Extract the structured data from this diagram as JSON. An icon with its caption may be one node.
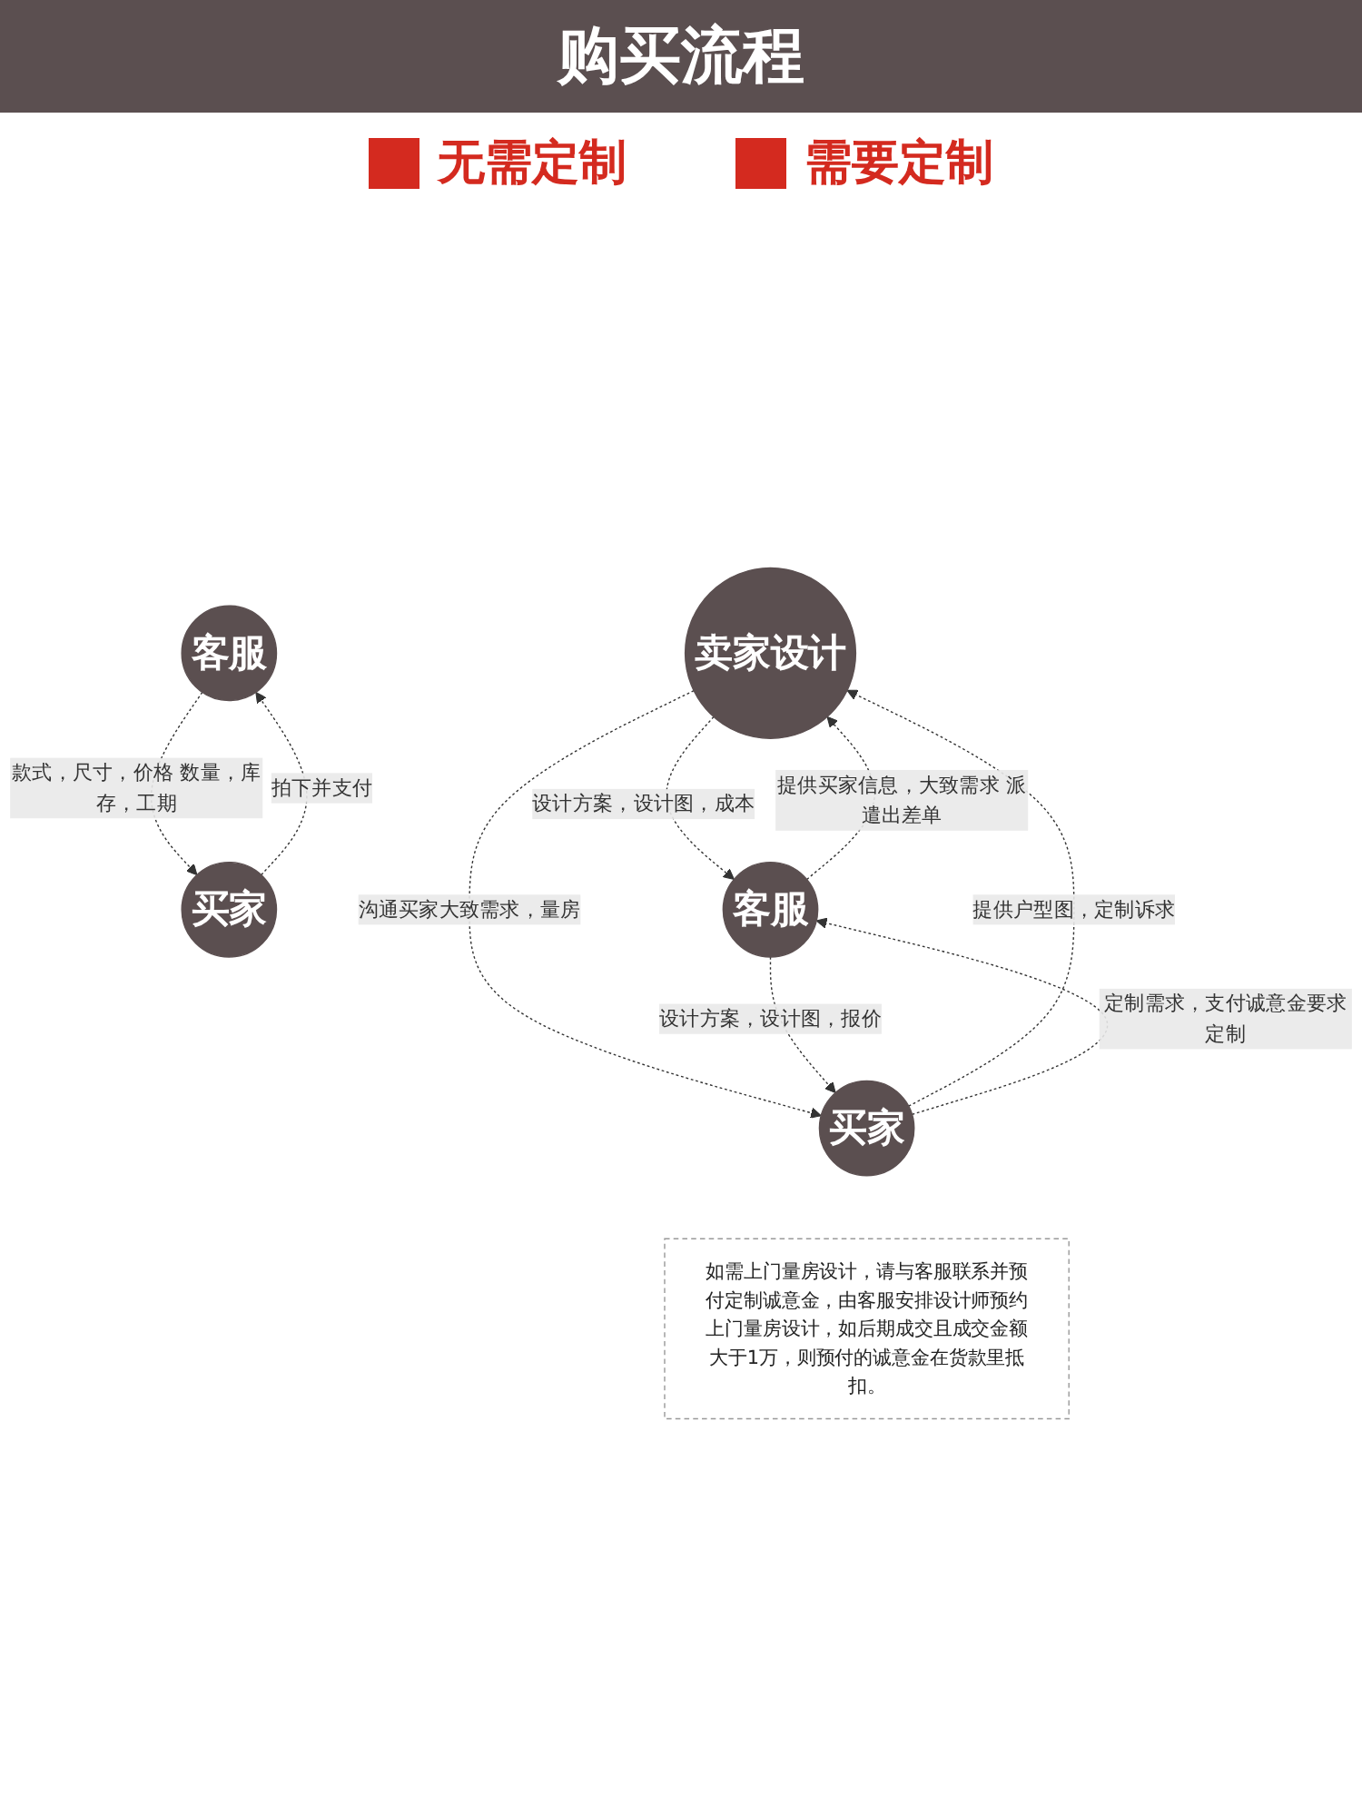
{
  "diagram": {
    "title": "购买流程",
    "nodes": [
      {
        "text": [
          "客服"
        ]
      },
      {
        "text": [
          "买家"
        ]
      },
      {
        "text": [
          "卖家设计"
        ]
      },
      {
        "text": [
          "客服"
        ]
      },
      {
        "text": [
          "买家"
        ]
      },
      {
        "text": [
          "如需上门量房设计，请与客服联系并预付定制诚意金，由客服安排设计师预约上门量房设计，如后期成交且成交金额大于1万，则预付的诚意金在货款里抵扣。"
        ]
      }
    ],
    "edges": [
      {
        "from": 0,
        "to": 1,
        "arrow": "to",
        "label": "款式，尺寸，价格 数量，库存，工期",
        "style": "dashed"
      },
      {
        "from": 1,
        "to": 0,
        "arrow": "to",
        "label": "拍下并支付",
        "style": "dashed"
      },
      {
        "from": 2,
        "to": 3,
        "arrow": "to",
        "label": "设计方案，设计图，成本",
        "style": "dashed"
      },
      {
        "from": 3,
        "to": 2,
        "arrow": "to",
        "label": "提供买家信息，大致需求 派遣出差单",
        "style": "dashed"
      },
      {
        "from": 2,
        "to": 4,
        "arrow": "to",
        "label": "沟通买家大致需求，量房",
        "style": "dashed"
      },
      {
        "from": 4,
        "to": 2,
        "arrow": "to",
        "label": "提供户型图，定制诉求",
        "style": "dashed"
      },
      {
        "from": 3,
        "to": 4,
        "arrow": "to",
        "label": "设计方案，设计图，报价",
        "style": "dashed"
      },
      {
        "from": 4,
        "to": 3,
        "arrow": "to",
        "label": "定制需求，支付诚意金要求定制",
        "style": "dashed"
      }
    ],
    "labels": [
      "无需定制",
      "需要定制"
    ]
  }
}
